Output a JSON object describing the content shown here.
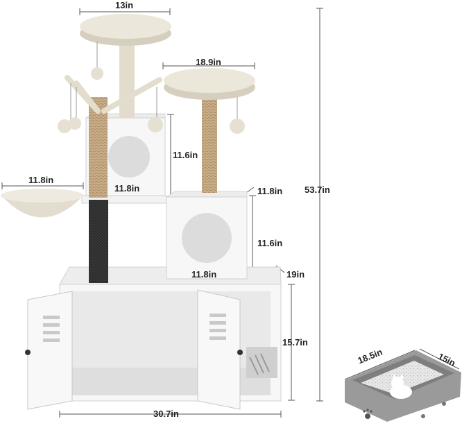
{
  "dimensions": {
    "top_platform_width": "13in",
    "mid_platform_width": "18.9in",
    "basket_width": "11.8in",
    "upper_cube_width": "11.8in",
    "upper_cube_height": "11.6in",
    "lower_cube_depth": "11.8in",
    "lower_cube_height": "11.6in",
    "lower_cube_width": "11.8in",
    "cabinet_depth": "19in",
    "cabinet_height": "15.7in",
    "cabinet_width": "30.7in",
    "total_height": "53.7in",
    "litter_box_length": "18.5in",
    "litter_box_width": "15in"
  },
  "colors": {
    "plush": "#ece7db",
    "plush_shadow": "#d6cfbf",
    "sisal": "#c9ad88",
    "board": "#f7f7f7",
    "board_edge": "#d9d9d9",
    "brush": "#3a3a3a",
    "litter_box": "#9a9a9a"
  }
}
